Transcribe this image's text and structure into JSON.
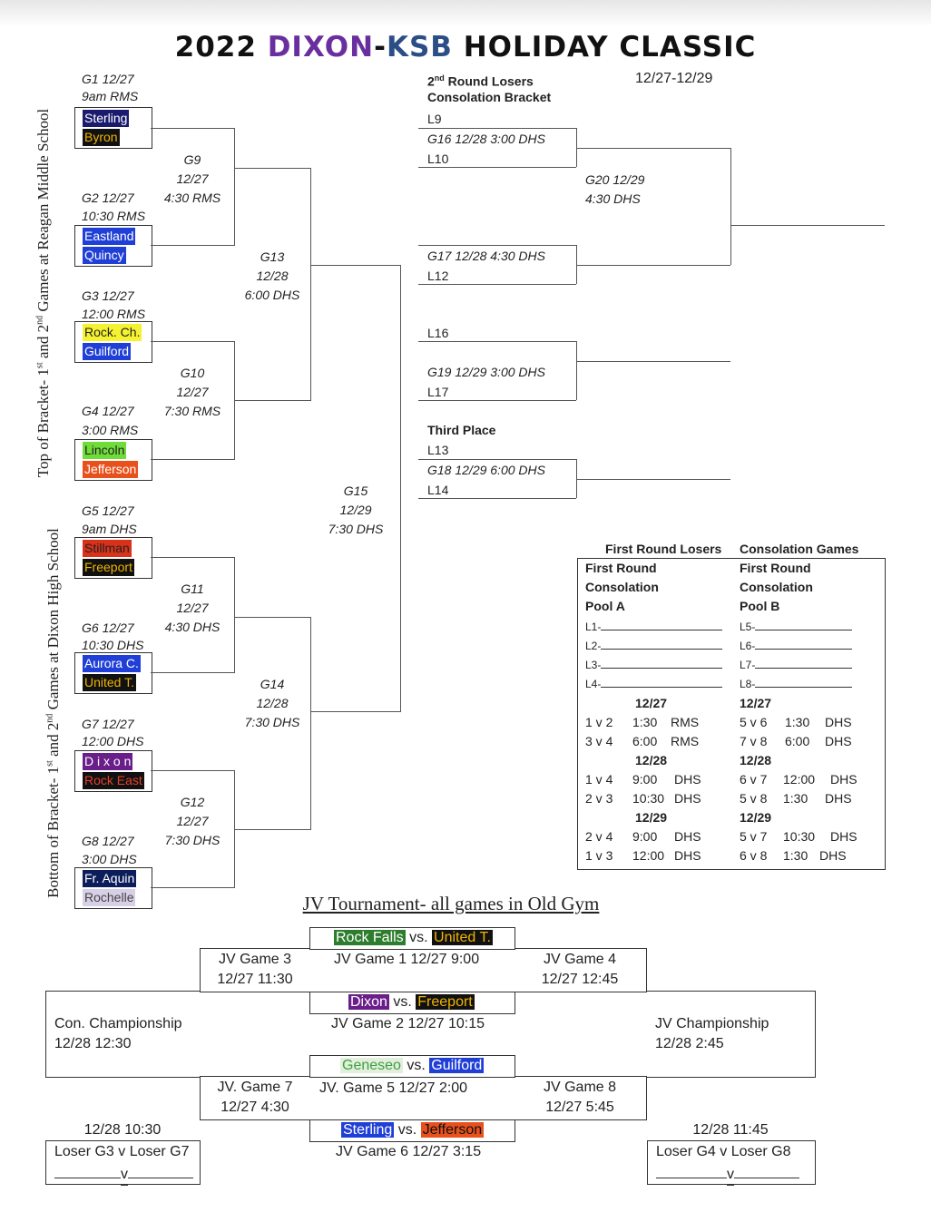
{
  "header": {
    "title_year": "2022",
    "title_dixon": "DIXON",
    "title_dash": "-",
    "title_ksb": "KSB",
    "title_rest": "HOLIDAY CLASSIC",
    "date_range": "12/27-12/29"
  },
  "side_labels": {
    "top": "Top of Bracket- 1st and 2nd Games at Reagan Middle School",
    "bottom": "Bottom of Bracket- 1st and 2nd Games at Dixon High School"
  },
  "games": {
    "g1": [
      "G1 12/27",
      "9am RMS"
    ],
    "g2": [
      "G2 12/27",
      "10:30 RMS"
    ],
    "g3": [
      "G3 12/27",
      "12:00 RMS"
    ],
    "g4": [
      "G4 12/27",
      "3:00 RMS"
    ],
    "g5": [
      "G5 12/27",
      "9am DHS"
    ],
    "g6": [
      "G6 12/27",
      "10:30 DHS"
    ],
    "g7": [
      "G7 12/27",
      "12:00 DHS"
    ],
    "g8": [
      "G8 12/27",
      "3:00 DHS"
    ],
    "g9": [
      "G9",
      "12/27",
      "4:30 RMS"
    ],
    "g10": [
      "G10",
      "12/27",
      "7:30 RMS"
    ],
    "g11": [
      "G11",
      "12/27",
      "4:30 DHS"
    ],
    "g12": [
      "G12",
      "12/27",
      "7:30 DHS"
    ],
    "g13": [
      "G13",
      "12/28",
      "6:00 DHS"
    ],
    "g14": [
      "G14",
      "12/28",
      "7:30 DHS"
    ],
    "g15": [
      "G15",
      "12/29",
      "7:30 DHS"
    ]
  },
  "teams": [
    {
      "name": "Sterling",
      "bg": "#1a1a6e",
      "fg": "#ffffff"
    },
    {
      "name": "Byron",
      "bg": "#111111",
      "fg": "#f0b400"
    },
    {
      "name": "Eastland",
      "bg": "#1f3fd6",
      "fg": "#ffffff"
    },
    {
      "name": "Quincy",
      "bg": "#1f3fd6",
      "fg": "#ffffff"
    },
    {
      "name": "Rock. Ch.",
      "bg": "#f5f232",
      "fg": "#222222"
    },
    {
      "name": "Guilford",
      "bg": "#1f3fd6",
      "fg": "#ffffff"
    },
    {
      "name": "Lincoln",
      "bg": "#6fdc3a",
      "fg": "#222222"
    },
    {
      "name": "Jefferson",
      "bg": "#e8501c",
      "fg": "#ffffff"
    },
    {
      "name": "Stillman",
      "bg": "#d9321b",
      "fg": "#222222"
    },
    {
      "name": "Freeport",
      "bg": "#111111",
      "fg": "#f0b400"
    },
    {
      "name": "Aurora C.",
      "bg": "#1f3fd6",
      "fg": "#ffffff"
    },
    {
      "name": "United T.",
      "bg": "#111111",
      "fg": "#f0b400"
    },
    {
      "name": "D i x o n",
      "bg": "#6a1e8a",
      "fg": "#ffffff"
    },
    {
      "name": "Rock East",
      "bg": "#111111",
      "fg": "#e8402a"
    },
    {
      "name": "Fr. Aquin",
      "bg": "#0c1d5c",
      "fg": "#ffffff"
    },
    {
      "name": "Rochelle",
      "bg": "#d8d0e6",
      "fg": "#444444"
    }
  ],
  "consolation": {
    "title_line1": "2nd Round Losers",
    "title_line1_sup": "nd",
    "title_line2": "Consolation Bracket",
    "l9": "L9",
    "g16": "G16 12/28 3:00 DHS",
    "l10": "L10",
    "g20": [
      "G20 12/29",
      "4:30 DHS"
    ],
    "g17": "G17 12/28 4:30 DHS",
    "l12": "L12",
    "l16": "L16",
    "g19": "G19 12/29  3:00 DHS",
    "l17": "L17",
    "third_place": "Third Place",
    "l13": "L13",
    "g18": "G18 12/29 6:00 DHS",
    "l14": "L14"
  },
  "pools": {
    "header_a": "First Round Losers",
    "header_b": "Consolation Games",
    "pool_a": {
      "title": [
        "First  Round",
        "Consolation",
        "Pool A"
      ],
      "slots": [
        "L1-",
        "L2-",
        "L3-",
        "L4-"
      ],
      "schedule": [
        {
          "date": "12/27",
          "rows": [
            [
              "1 v 2",
              "1:30",
              "RMS"
            ],
            [
              "3 v 4",
              "6:00",
              "RMS"
            ]
          ]
        },
        {
          "date": "12/28",
          "rows": [
            [
              "1 v 4",
              "9:00",
              "DHS"
            ],
            [
              "2 v 3",
              "10:30",
              "DHS"
            ]
          ]
        },
        {
          "date": "12/29",
          "rows": [
            [
              "2 v 4",
              "9:00",
              "DHS"
            ],
            [
              "1 v 3",
              "12:00",
              "DHS"
            ]
          ]
        }
      ]
    },
    "pool_b": {
      "title": [
        "First Round",
        "Consolation",
        "Pool B"
      ],
      "slots": [
        "L5-",
        "L6-",
        "L7-",
        "L8-"
      ],
      "schedule": [
        {
          "date": "12/27",
          "rows": [
            [
              "5 v 6",
              "1:30",
              "DHS"
            ],
            [
              "7 v 8",
              "6:00",
              "DHS"
            ]
          ]
        },
        {
          "date": "12/28",
          "rows": [
            [
              "6 v 7",
              "12:00",
              "DHS"
            ],
            [
              "5 v 8",
              "1:30",
              "DHS"
            ]
          ]
        },
        {
          "date": "12/29",
          "rows": [
            [
              "5 v 7",
              "10:30",
              "DHS"
            ],
            [
              "6 v 8",
              "1:30",
              "DHS"
            ]
          ]
        }
      ]
    }
  },
  "jv": {
    "title": "JV Tournament- all games in Old Gym",
    "vs": "vs.",
    "m1": {
      "a": "Rock Falls",
      "b": "United T.",
      "label": "JV Game 1  12/27 9:00"
    },
    "m2": {
      "a": "Dixon",
      "b": "Freeport",
      "label": "JV Game 2 12/27 10:15"
    },
    "m3": {
      "a": "Geneseo",
      "b": "Guilford",
      "label": "JV. Game 5 12/27 2:00"
    },
    "m4": {
      "a": "Sterling",
      "b": "Jefferson",
      "label": "JV Game 6 12/27 3:15"
    },
    "g3": [
      "JV Game 3",
      "12/27 11:30"
    ],
    "g4": [
      "JV Game 4",
      "12/27 12:45"
    ],
    "g7": [
      "JV. Game 7",
      "12/27 4:30"
    ],
    "g8": [
      "JV Game 8",
      "12/27 5:45"
    ],
    "con_champ": [
      "Con. Championship",
      "12/28 12:30"
    ],
    "champ": [
      "JV Championship",
      "12/28 2:45"
    ],
    "left_time": "12/28 10:30",
    "right_time": "12/28 11:45",
    "left_match": "Loser G3 v Loser G7",
    "right_match": "Loser G4 v Loser G8",
    "blank_v": "v"
  }
}
